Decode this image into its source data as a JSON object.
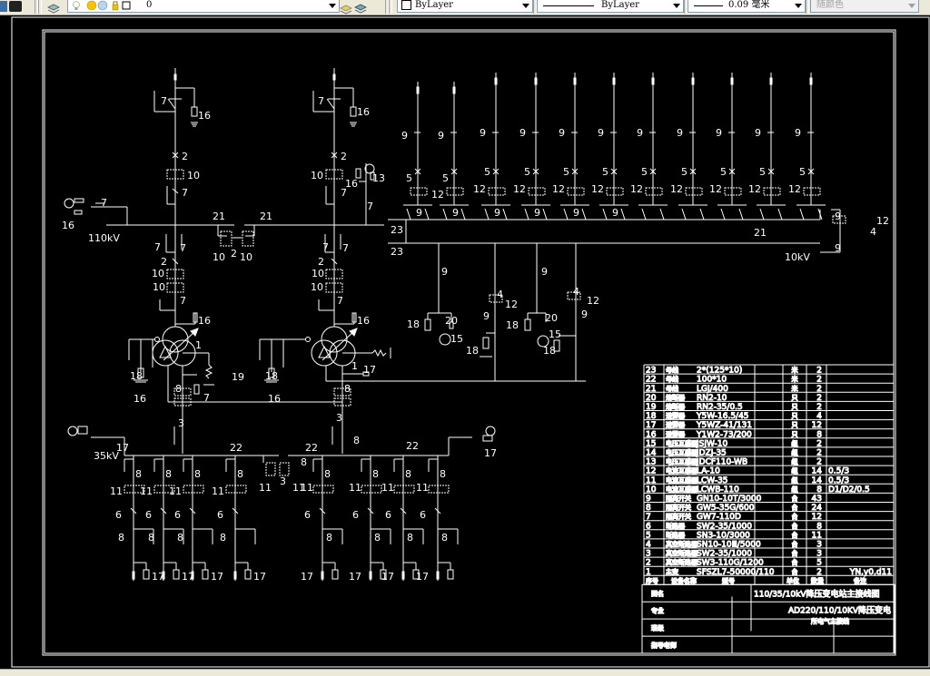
{
  "toolbar": {
    "layer_value": "0",
    "color_value": "ByLayer",
    "linetype_value": "ByLayer",
    "lineweight_value": "0.09 毫米",
    "plotstyle_value": "随颜色"
  },
  "drawing": {
    "bus_labels": {
      "hv": "110kV",
      "mv": "35kV",
      "lv": "10kV"
    },
    "hv_labels": {
      "left_feeder_arrester": "16",
      "left_feeder_switch": "7",
      "left_breaker": "2",
      "left_ct": "10",
      "left_switch_lower": "7",
      "right_feeder_arrester": "16",
      "right_feeder_switch": "7",
      "right_breaker": "2",
      "right_ct": "10",
      "right_switch_lower": "7",
      "pt_left": "16",
      "pt_left_sw": "7",
      "pt_right": "16",
      "pt_right_num": "13",
      "pt_right_sw": "7",
      "bus_left": "21",
      "bus_right": "21",
      "tie_ct_left": "10",
      "tie_breaker": "2",
      "tie_ct_right": "10",
      "t1_sw_a": "7",
      "t1_sw_b": "7",
      "t1_breaker": "2",
      "t1_ct1": "10",
      "t1_ct2": "10",
      "t1_sw_c": "7",
      "t2_sw_a": "7",
      "t2_sw_b": "7",
      "t2_breaker": "2",
      "t2_ct1": "10",
      "t2_ct2": "10",
      "t2_sw_c": "7"
    },
    "transformer_labels": {
      "t1_arrester": "16",
      "t1": "1",
      "t1_arr_a": "18",
      "t1_arr_group": "16",
      "t1_res": "19",
      "t1_sw": "8",
      "t1_pt": "7",
      "t2_arrester": "16",
      "t2": "1",
      "t2_arr_a": "18",
      "t2_arr_group": "16",
      "t2_arr_17": "17",
      "t2_sw": "8"
    },
    "lv_labels": {
      "bus_top": "23",
      "bus_bottom": "23",
      "bus_mid": "21",
      "feeder_switch": "9",
      "feeder_breaker": "5",
      "feeder_ct": "12",
      "tie_switch": "9",
      "tie_ct": "12",
      "tie_breaker": "4",
      "tie_switch_b": "9",
      "arr_18": "18",
      "fuse_20": "20",
      "pt_15": "15",
      "ct_12": "12",
      "breaker_4": "4",
      "sw_9": "9"
    },
    "mv_labels": {
      "bus_22a": "22",
      "bus_22b": "22",
      "bus_22c": "22",
      "pt_17": "17",
      "pt_17r": "17",
      "sw_8": "8",
      "ct_11": "11",
      "brk_6": "6",
      "brk_3": "3",
      "arr_17": "17"
    },
    "feeder_count_lv": 11,
    "feeder_count_mv_left": 4,
    "feeder_count_mv_right": 4
  },
  "parts_table": {
    "rows": [
      {
        "no": "23",
        "name": "母线",
        "model": "2*(125*10)",
        "unit": "米",
        "qty": "2",
        "note": ""
      },
      {
        "no": "22",
        "name": "母线",
        "model": "100*10",
        "unit": "米",
        "qty": "2",
        "note": ""
      },
      {
        "no": "21",
        "name": "母线",
        "model": "LGJ/400",
        "unit": "米",
        "qty": "2",
        "note": ""
      },
      {
        "no": "20",
        "name": "熔断器",
        "model": "RN2-10",
        "unit": "只",
        "qty": "2",
        "note": ""
      },
      {
        "no": "19",
        "name": "熔断器",
        "model": "RN2-35/0.5",
        "unit": "只",
        "qty": "2",
        "note": ""
      },
      {
        "no": "18",
        "name": "避雷器",
        "model": "Y5W-16.5/45",
        "unit": "只",
        "qty": "4",
        "note": ""
      },
      {
        "no": "17",
        "name": "避雷器",
        "model": "Y5WZ-41/131",
        "unit": "只",
        "qty": "12",
        "note": ""
      },
      {
        "no": "16",
        "name": "避雷器",
        "model": "Y1W2-73/200",
        "unit": "只",
        "qty": "8",
        "note": ""
      },
      {
        "no": "15",
        "name": "电压互感器",
        "model": "JSJW-10",
        "unit": "组",
        "qty": "2",
        "note": ""
      },
      {
        "no": "14",
        "name": "电压互感器",
        "model": "JDZJ-35",
        "unit": "组",
        "qty": "2",
        "note": ""
      },
      {
        "no": "13",
        "name": "电压互感器",
        "model": "JDCF110-WB",
        "unit": "组",
        "qty": "2",
        "note": ""
      },
      {
        "no": "12",
        "name": "电流互感器",
        "model": "LA-10",
        "unit": "组",
        "qty": "14",
        "note": "0.5/3"
      },
      {
        "no": "11",
        "name": "电流互感器",
        "model": "LCW-35",
        "unit": "组",
        "qty": "14",
        "note": "0.5/3"
      },
      {
        "no": "10",
        "name": "电流互感器",
        "model": "LCWB-110",
        "unit": "组",
        "qty": "8",
        "note": "D1/D2/0.5"
      },
      {
        "no": "9",
        "name": "隔离开关",
        "model": "GN10-10T/3000",
        "unit": "台",
        "qty": "43",
        "note": ""
      },
      {
        "no": "8",
        "name": "隔离开关",
        "model": "GW5-35G/600",
        "unit": "台",
        "qty": "24",
        "note": ""
      },
      {
        "no": "7",
        "name": "隔离开关",
        "model": "GW7-110D",
        "unit": "台",
        "qty": "12",
        "note": ""
      },
      {
        "no": "6",
        "name": "断路器",
        "model": "SW2-35/1000",
        "unit": "台",
        "qty": "8",
        "note": ""
      },
      {
        "no": "5",
        "name": "断路器",
        "model": "SN3-10/3000",
        "unit": "台",
        "qty": "11",
        "note": ""
      },
      {
        "no": "4",
        "name": "真空断路器",
        "model": "SN10-10Ⅲ/5000",
        "unit": "台",
        "qty": "3",
        "note": ""
      },
      {
        "no": "3",
        "name": "真空断路器",
        "model": "SW2-35/1000",
        "unit": "台",
        "qty": "3",
        "note": ""
      },
      {
        "no": "2",
        "name": "真空断路器",
        "model": "SW3-110G/1200",
        "unit": "台",
        "qty": "5",
        "note": ""
      },
      {
        "no": "1",
        "name": "主变",
        "model": "SFSZL7-50000/110",
        "unit": "台",
        "qty": "2",
        "note": "YN,y0,d11"
      }
    ],
    "header": {
      "no": "序号",
      "name": "设备名称",
      "model": "型号",
      "unit": "单位",
      "qty": "数量",
      "note": "备注"
    }
  },
  "title_block": {
    "row1_label": "图名",
    "row2_label": "专业",
    "row3_label": "班级",
    "row4_label": "指导老师",
    "drawing_title": "110/35/10kV降压变电站主接线图",
    "project_title": "AD220/110/10KV降压变电",
    "project_subtitle": "所电气主接线"
  }
}
